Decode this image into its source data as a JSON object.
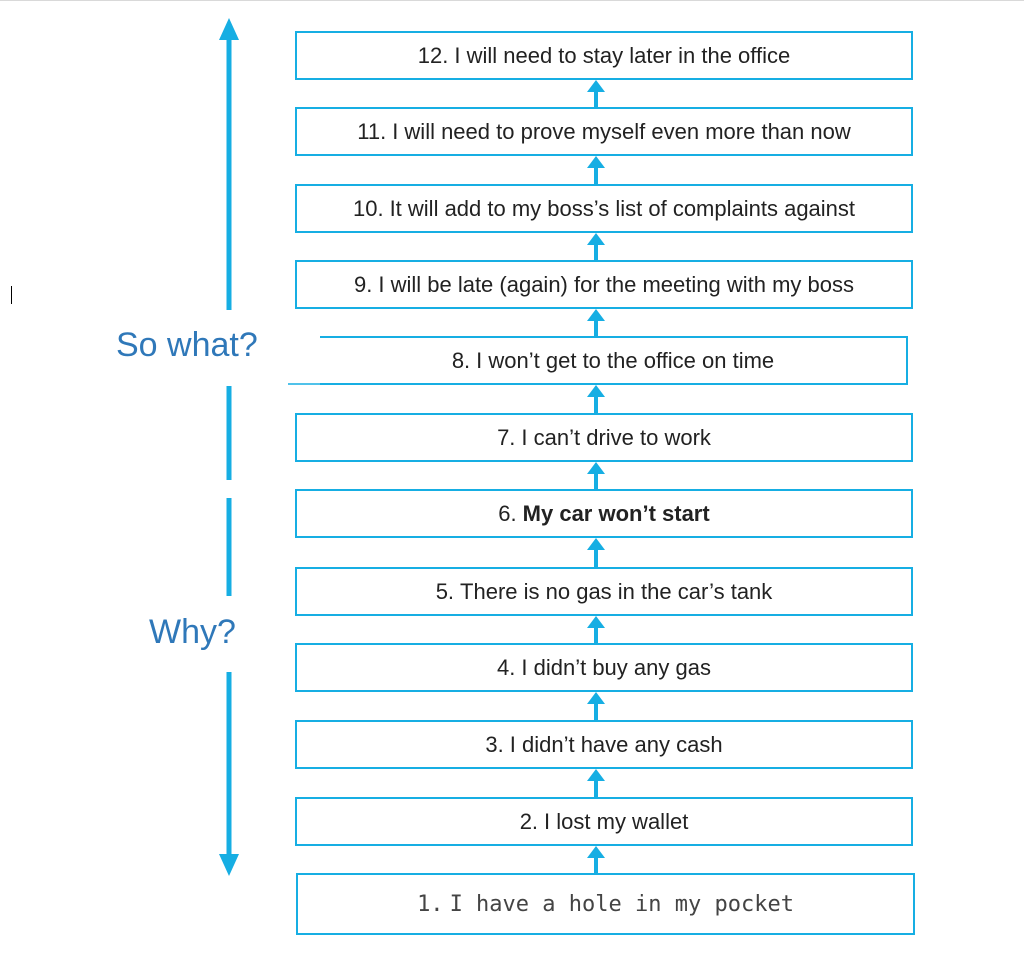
{
  "steps": [
    {
      "num": "12.",
      "text": "I will need to stay later in the office",
      "style": ""
    },
    {
      "num": "11.",
      "text": "I will need to prove myself even more than now",
      "style": ""
    },
    {
      "num": "10.",
      "text": "It will add to my boss’s list of complaints against",
      "style": ""
    },
    {
      "num": "9.",
      "text": "I will be late (again) for the meeting with my boss",
      "style": ""
    },
    {
      "num": "8.",
      "text": "I won’t get to the office on time",
      "style": "open-left"
    },
    {
      "num": "7.",
      "text": "I can’t drive to work",
      "style": ""
    },
    {
      "num": "6.",
      "text": "My car won’t start",
      "style": "bold"
    },
    {
      "num": "5.",
      "text": "There is no gas in the car’s tank",
      "style": ""
    },
    {
      "num": "4.",
      "text": "I didn’t buy any gas",
      "style": ""
    },
    {
      "num": "3.",
      "text": "I didn’t have any cash",
      "style": ""
    },
    {
      "num": "2.",
      "text": "I lost my wallet",
      "style": ""
    },
    {
      "num": "1.",
      "text": "I have a hole in my pocket",
      "style": "mono"
    }
  ],
  "labels": {
    "so_what": "So what?",
    "why": "Why?"
  },
  "colors": {
    "accent": "#16aee3",
    "label": "#2f78b9",
    "text": "#222222"
  }
}
